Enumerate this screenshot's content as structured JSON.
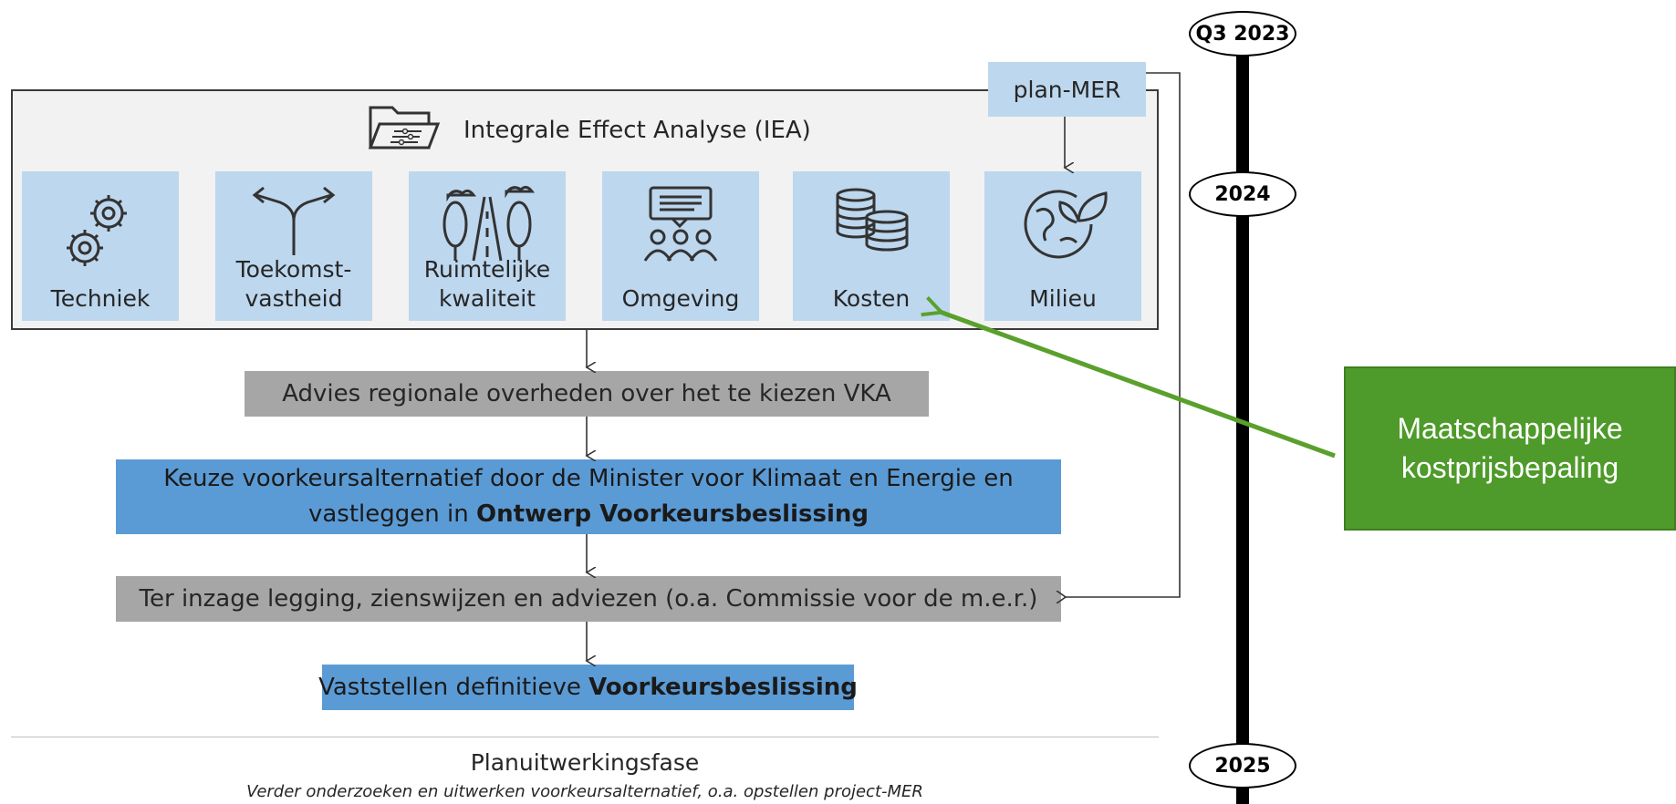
{
  "iea": {
    "title": "Integrale Effect Analyse (IEA)",
    "categories": [
      {
        "label": "Techniek",
        "icon": "gears-icon"
      },
      {
        "label": "Toekomst-\nvastheid",
        "icon": "split-arrows-icon"
      },
      {
        "label": "Ruimtelijke\nkwaliteit",
        "icon": "road-trees-icon"
      },
      {
        "label": "Omgeving",
        "icon": "people-speech-icon"
      },
      {
        "label": "Kosten",
        "icon": "coin-stacks-icon"
      },
      {
        "label": "Milieu",
        "icon": "globe-leaf-icon"
      }
    ]
  },
  "plan_mer": "plan-MER",
  "steps": {
    "advies": "Advies regionale overheden over het te kiezen VKA",
    "keuze_line1": "Keuze voorkeursalternatief door de Minister voor Klimaat en Energie en",
    "keuze_line2_plain": "vastleggen in ",
    "keuze_line2_bold": "Ontwerp Voorkeursbeslissing",
    "terinzage": "Ter inzage legging, zienswijzen en adviezen (o.a. Commissie voor de m.e.r.)",
    "vaststellen_plain": "Vaststellen definitieve ",
    "vaststellen_bold": "Voorkeursbeslissing"
  },
  "phase": {
    "title": "Planuitwerkingsfase",
    "subtitle": "Verder onderzoeken en uitwerken voorkeursalternatief, o.a. opstellen project-MER"
  },
  "timeline": [
    "Q3 2023",
    "2024",
    "2025"
  ],
  "callout": {
    "line1": "Maatschappelijke",
    "line2": "kostprijsbepaling"
  },
  "colors": {
    "category_fill": "#bdd7ee",
    "blue_step": "#5b9bd5",
    "grey_step": "#a6a6a6",
    "callout_green": "#4e9a2a",
    "arrow_green": "#5aa02c"
  }
}
